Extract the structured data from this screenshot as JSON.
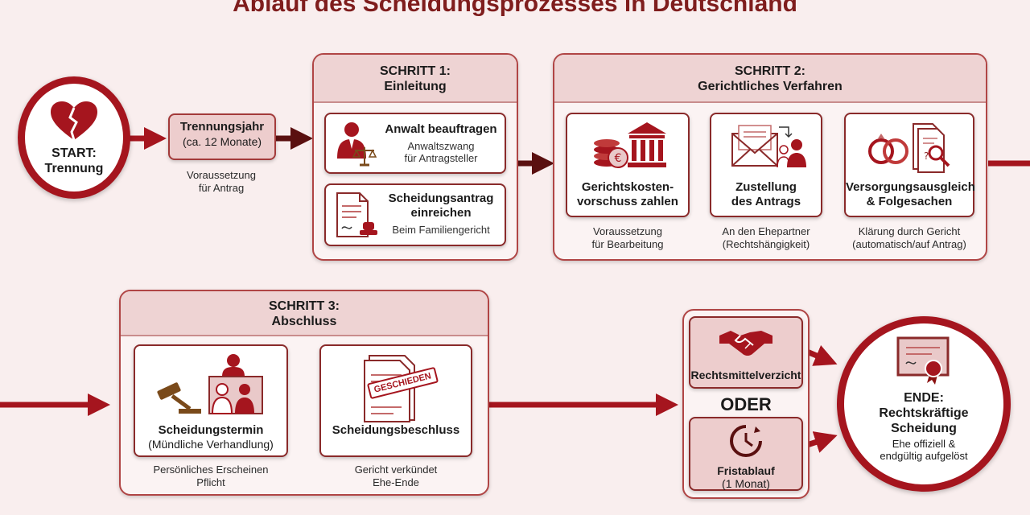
{
  "title": "Ablauf des Scheidungsprozesses in Deutschland",
  "colors": {
    "primary": "#a5151e",
    "dark": "#5a1010",
    "panel": "#fbf3f3",
    "panel_head": "#eed3d3",
    "background": "#f9eeee"
  },
  "start": {
    "label": "START:",
    "sublabel": "Trennung",
    "icon": "broken-heart-icon"
  },
  "trennungsjahr": {
    "title": "Trennungsjahr",
    "subtitle": "(ca. 12 Monate)",
    "caption_line1": "Voraussetzung",
    "caption_line2": "für Antrag"
  },
  "step1": {
    "heading_line1": "SCHRITT 1:",
    "heading_line2": "Einleitung",
    "items": [
      {
        "title": "Anwalt beauftragen",
        "sub_line1": "Anwaltszwang",
        "sub_line2": "für Antragsteller",
        "icon": "lawyer-scales-icon"
      },
      {
        "title_line1": "Scheidungsantrag",
        "title_line2": "einreichen",
        "sub": "Beim Familiengericht",
        "icon": "document-stamp-icon"
      }
    ]
  },
  "step2": {
    "heading_line1": "SCHRITT 2:",
    "heading_line2": "Gerichtliches Verfahren",
    "items": [
      {
        "title_line1": "Gerichtskosten-",
        "title_line2": "vorschuss zahlen",
        "caption_line1": "Voraussetzung",
        "caption_line2": "für Bearbeitung",
        "icon": "coins-courthouse-icon"
      },
      {
        "title_line1": "Zustellung",
        "title_line2": "des Antrags",
        "caption_line1": "An den Ehepartner",
        "caption_line2": "(Rechtshängigkeit)",
        "icon": "envelope-person-icon"
      },
      {
        "title_line1": "Versorgungsausgleich",
        "title_line2": "& Folgesachen",
        "caption_line1": "Klärung durch Gericht",
        "caption_line2": "(automatisch/auf Antrag)",
        "icon": "rings-document-icon"
      }
    ]
  },
  "step3": {
    "heading_line1": "SCHRITT 3:",
    "heading_line2": "Abschluss",
    "items": [
      {
        "title": "Scheidungstermin",
        "subtitle": "(Mündliche Verhandlung)",
        "caption_line1": "Persönliches Erscheinen",
        "caption_line2": "Pflicht",
        "icon": "court-hearing-icon"
      },
      {
        "title": "Scheidungsbeschluss",
        "stamp": "GESCHIEDEN",
        "caption_line1": "Gericht verkündet",
        "caption_line2": "Ehe-Ende",
        "icon": "decree-stamp-icon"
      }
    ]
  },
  "options": {
    "verzicht": {
      "label": "Rechtsmittelverzicht",
      "icon": "handshake-icon"
    },
    "oder": "ODER",
    "frist": {
      "label": "Fristablauf",
      "sub": "(1 Monat)",
      "icon": "clock-icon"
    }
  },
  "end": {
    "label_line1": "ENDE:",
    "label_line2": "Rechtskräftige",
    "label_line3": "Scheidung",
    "sub_line1": "Ehe offiziell &",
    "sub_line2": "endgültig aufgelöst",
    "icon": "certificate-icon"
  }
}
